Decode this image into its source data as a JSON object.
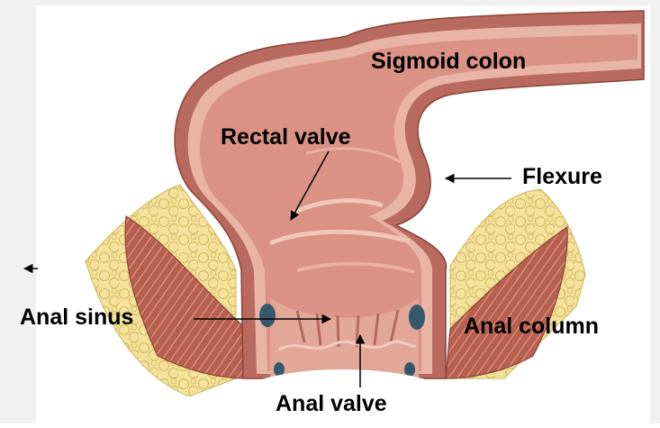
{
  "labels": {
    "sigmoid_colon": "Sigmoid colon",
    "rectal_valve": "Rectal valve",
    "flexure": "Flexure",
    "anal_sinus": "Anal sinus",
    "anal_column": "Anal column",
    "anal_valve": "Anal valve"
  },
  "colors": {
    "frame": "#f1f1f1",
    "bowel_outer": "#b96a5e",
    "bowel_wall": "#e7b3a2",
    "lumen": "#d98f81",
    "fat": "#f2dd8f",
    "fat_outline": "#cdb45a",
    "muscle": "#b65e4f",
    "muscle_stripe": "#e6a18f",
    "gland": "#36586e",
    "arrow": "#000000"
  }
}
